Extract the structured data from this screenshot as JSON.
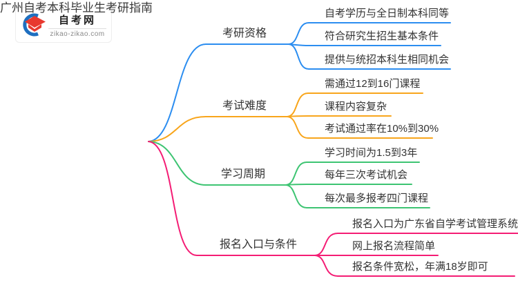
{
  "logo": {
    "title": "自考网",
    "subtitle": "zikao-zikao.com",
    "cap_color": "#e8392f",
    "crescent_color": "#1e6fc0"
  },
  "mindmap": {
    "root": "广州自考本科毕业生考研指南",
    "text_color": "#333333",
    "branches": [
      {
        "label": "考研资格",
        "color": "#2b8df0",
        "children": [
          "自考学历与全日制本科同等",
          "符合研究生招生基本条件",
          "提供与统招本科生相同机会"
        ]
      },
      {
        "label": "考试难度",
        "color": "#f8a51b",
        "children": [
          "需通过12到16门课程",
          "课程内容复杂",
          "考试通过率在10%到30%"
        ]
      },
      {
        "label": "学习周期",
        "color": "#3dc472",
        "children": [
          "学习时间为1.5到3年",
          "每年三次考试机会",
          "每次最多报考四门课程"
        ]
      },
      {
        "label": "报名入口与条件",
        "color": "#f41c74",
        "children": [
          "报名入口为广东省自学考试管理系统",
          "网上报名流程简单",
          "报名条件宽松，年满18岁即可"
        ]
      }
    ]
  }
}
